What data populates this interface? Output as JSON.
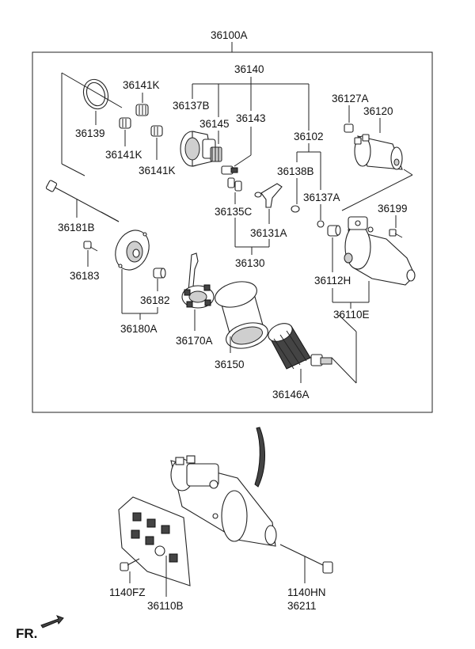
{
  "assembly_title": "36100A",
  "labels": {
    "l36140": "36140",
    "l36141K_top": "36141K",
    "l36137B": "36137B",
    "l36145": "36145",
    "l36143": "36143",
    "l36139": "36139",
    "l36141K_left": "36141K",
    "l36141K_right": "36141K",
    "l36102": "36102",
    "l36127A": "36127A",
    "l36120": "36120",
    "l36138B": "36138B",
    "l36137A": "36137A",
    "l36181B": "36181B",
    "l36135C": "36135C",
    "l36131A": "36131A",
    "l36199": "36199",
    "l36130": "36130",
    "l36183": "36183",
    "l36182": "36182",
    "l36112H": "36112H",
    "l36110E": "36110E",
    "l36180A": "36180A",
    "l36170A": "36170A",
    "l36150": "36150",
    "l36146A": "36146A",
    "l1140FZ": "1140FZ",
    "l36110B": "36110B",
    "l1140HN": "1140HN",
    "l36211": "36211"
  },
  "front_marker": "FR."
}
